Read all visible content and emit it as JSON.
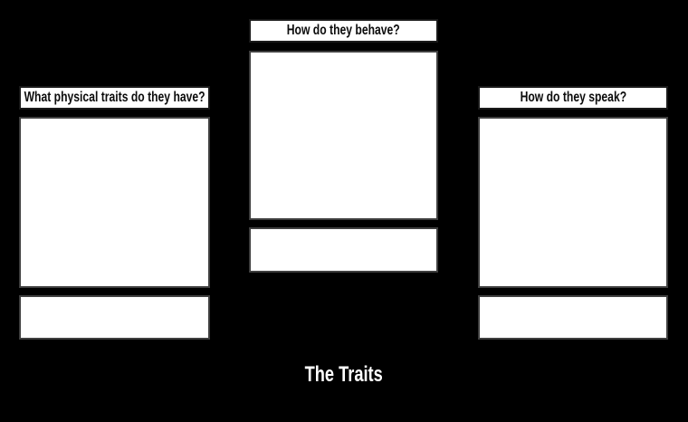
{
  "title": "The Traits",
  "columns": [
    {
      "header": "What physical traits do they have?"
    },
    {
      "header": "How do they behave?"
    },
    {
      "header": "How do they speak?"
    }
  ],
  "colors": {
    "background": "#000000",
    "cell_fill": "#ffffff",
    "cell_border": "#3f3f3f",
    "header_border": "#1a1a1a",
    "header_text": "#0c0c0c",
    "title_text": "#ffffff"
  }
}
